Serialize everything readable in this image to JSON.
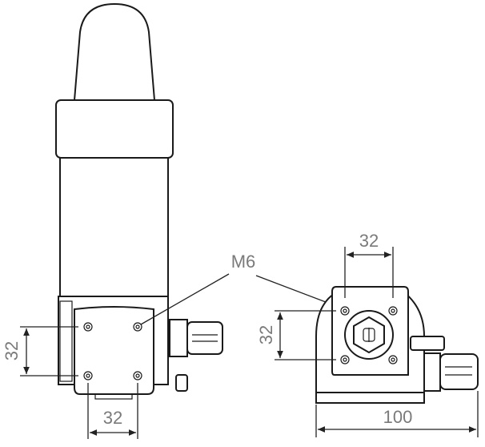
{
  "labels": {
    "thread": "M6",
    "left_vertical_spacing": "32",
    "left_horizontal_spacing": "32",
    "right_top_spacing": "32",
    "right_vertical_spacing": "32",
    "overall_width": "100"
  }
}
